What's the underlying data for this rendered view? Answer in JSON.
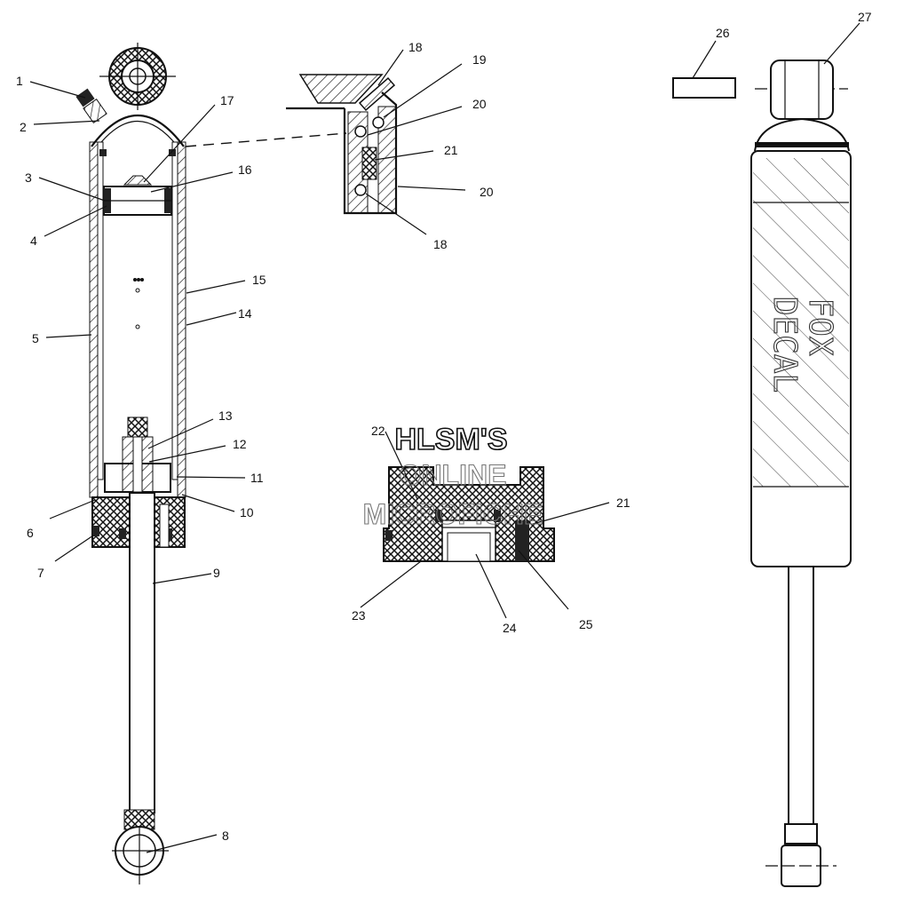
{
  "callouts": {
    "c1": "1",
    "c2": "2",
    "c3": "3",
    "c4": "4",
    "c5": "5",
    "c6": "6",
    "c7": "7",
    "c8": "8",
    "c9": "9",
    "c10": "10",
    "c11": "11",
    "c12": "12",
    "c13": "13",
    "c14": "14",
    "c15": "15",
    "c16": "16",
    "c17": "17",
    "c18a": "18",
    "c18b": "18",
    "c19": "19",
    "c20a": "20",
    "c20b": "20",
    "c21a": "21",
    "c21b": "21",
    "c22": "22",
    "c23": "23",
    "c24": "24",
    "c25": "25",
    "c26": "26",
    "c27": "27"
  },
  "decal": {
    "line1": "FOX",
    "line2": "DECAL"
  },
  "watermark": {
    "line1": "HLSM'S",
    "line2": "ONLINE",
    "line3": "MICROFICHE"
  }
}
